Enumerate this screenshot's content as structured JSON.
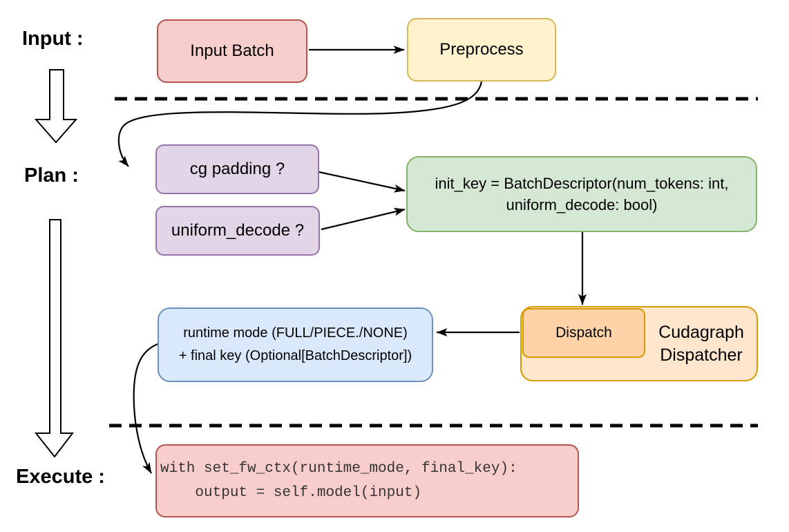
{
  "stages": {
    "input_label": "Input :",
    "plan_label": "Plan :",
    "execute_label": "Execute :"
  },
  "nodes": {
    "input_batch": "Input Batch",
    "preprocess": "Preprocess",
    "cg_padding": "cg padding ?",
    "uniform_decode": "uniform_decode ?",
    "init_key_line1": "init_key = BatchDescriptor(num_tokens: int,",
    "init_key_line2": "uniform_decode: bool)",
    "runtime_line1": "runtime mode (FULL/PIECE./NONE)",
    "runtime_line2": "+ final key (Optional[BatchDescriptor])",
    "dispatch": "Dispatch",
    "dispatcher_line1": "Cudagraph",
    "dispatcher_line2": "Dispatcher",
    "code_line1": "with set_fw_ctx(runtime_mode, final_key):",
    "code_line2": "    output = self.model(input)"
  },
  "colors": {
    "red_fill": "#f8cecc",
    "red_stroke": "#b85450",
    "yellow_fill": "#fff2cc",
    "yellow_stroke": "#d6b656",
    "purple_fill": "#e1d5e7",
    "purple_stroke": "#9673a6",
    "green_fill": "#d5e8d4",
    "green_stroke": "#82b366",
    "blue_fill": "#dae8fc",
    "blue_stroke": "#6c8ebf",
    "orange_fill": "#ffe6cc",
    "orange_inner_fill": "#ffd2a8",
    "orange_stroke": "#d79b00",
    "line_color": "#000000"
  }
}
